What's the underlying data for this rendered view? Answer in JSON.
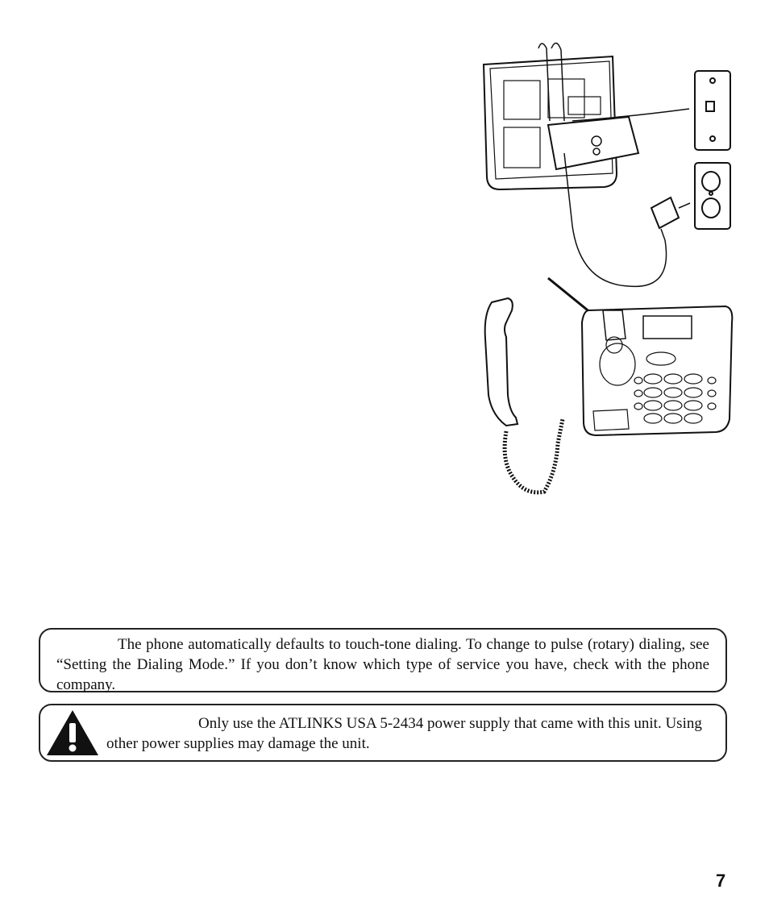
{
  "note": {
    "text": "The phone automatically defaults to touch-tone dialing. To change to pulse (rotary) dialing, see “Setting the Dialing Mode.” If you don’t know which type of service you have, check with the phone company."
  },
  "caution": {
    "icon": "warning-triangle-icon",
    "text": "Only use the ATLINKS USA 5-2434 power supply that came with this unit. Using other power supplies may damage the unit."
  },
  "page_number": "7"
}
